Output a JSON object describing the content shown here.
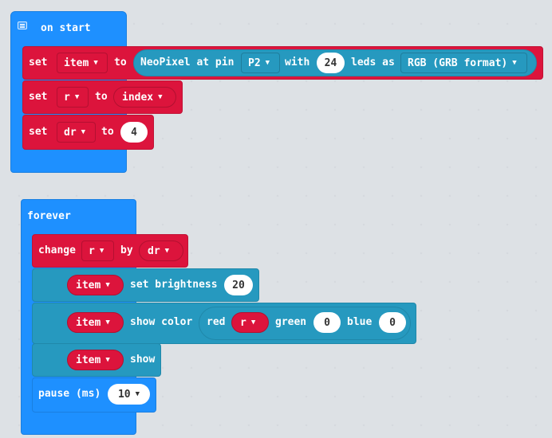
{
  "on_start": {
    "label": "on start",
    "set_item": {
      "set": "set",
      "var": "item",
      "to": "to",
      "neopixel": {
        "prefix": "NeoPixel at pin",
        "pin": "P2",
        "with": "with",
        "count": "24",
        "leds_as": "leds as",
        "format": "RGB (GRB format)"
      }
    },
    "set_r": {
      "set": "set",
      "var": "r",
      "to": "to",
      "value": "index"
    },
    "set_dr": {
      "set": "set",
      "var": "dr",
      "to": "to",
      "value": "4"
    }
  },
  "forever": {
    "label": "forever",
    "change": {
      "change": "change",
      "var": "r",
      "by": "by",
      "value": "dr"
    },
    "brightness": {
      "var": "item",
      "label": "set brightness",
      "value": "20"
    },
    "show_color": {
      "var": "item",
      "label": "show color",
      "red_label": "red",
      "red_value": "r",
      "green_label": "green",
      "green_value": "0",
      "blue_label": "blue",
      "blue_value": "0"
    },
    "show": {
      "var": "item",
      "label": "show"
    },
    "pause": {
      "label": "pause (ms)",
      "value": "10"
    }
  },
  "icons": {
    "comment": "comment-icon",
    "caret": "▼"
  },
  "colors": {
    "events": "#1e90ff",
    "variables": "#dc143c",
    "neopixel": "#2699bf",
    "background": "#f2f4f6"
  }
}
